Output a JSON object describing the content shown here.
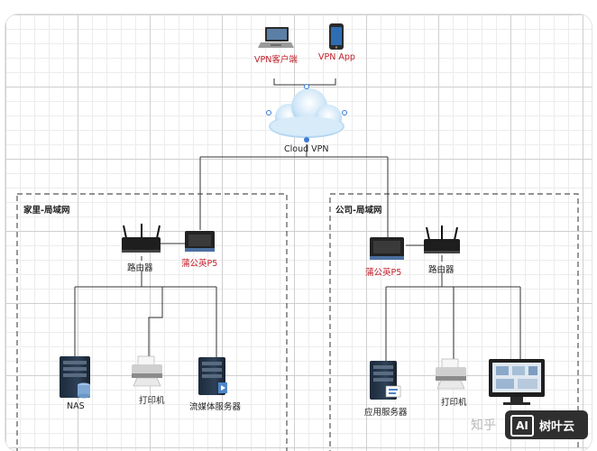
{
  "nodes": {
    "vpn_client": "VPN客户端",
    "vpn_app": "VPN App",
    "cloud": "Cloud VPN",
    "home_router": "路由器",
    "home_p5": "蒲公英P5",
    "office_router": "路由器",
    "office_p5": "蒲公英P5",
    "nas": "NAS",
    "home_printer": "打印机",
    "media_server": "流媒体服务器",
    "app_server": "应用服务器",
    "office_printer": "打印机"
  },
  "zones": {
    "home": "家里-局域网",
    "office": "公司-局域网"
  },
  "watermark": {
    "zhihu": "知乎",
    "ai_logo": "AI",
    "brand": "树叶云"
  },
  "colors": {
    "device_label": "#c0202a",
    "line": "#333333",
    "zone_border": "#555555"
  }
}
